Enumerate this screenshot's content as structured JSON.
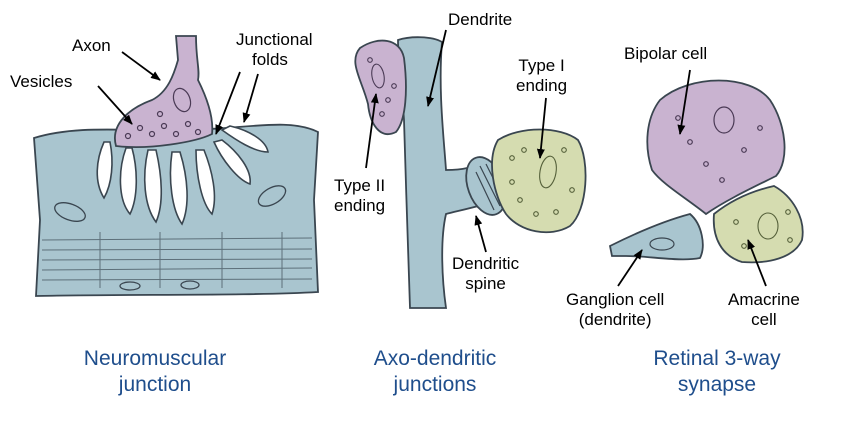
{
  "panels": [
    {
      "caption": [
        "Neuromuscular",
        "junction"
      ],
      "labels": {
        "axon": "Axon",
        "vesicles": "Vesicles",
        "junctional_folds": [
          "Junctional",
          "folds"
        ]
      }
    },
    {
      "caption": [
        "Axo-dendritic",
        "junctions"
      ],
      "labels": {
        "dendrite": "Dendrite",
        "type_i_ending": [
          "Type I",
          "ending"
        ],
        "type_ii_ending": [
          "Type II",
          "ending"
        ],
        "dendritic_spine": [
          "Dendritic",
          "spine"
        ]
      }
    },
    {
      "caption": [
        "Retinal 3-way",
        "synapse"
      ],
      "labels": {
        "bipolar_cell": "Bipolar cell",
        "ganglion_cell": [
          "Ganglion cell",
          "(dendrite)"
        ],
        "amacrine_cell": [
          "Amacrine",
          "cell"
        ]
      }
    }
  ],
  "colors": {
    "caption_text": "#1f4e8c",
    "muscle_blue": "#a9c5cf",
    "nerve_purple": "#c9b3d0",
    "ending_green": "#d5dcb0",
    "outline": "#3a4650"
  }
}
